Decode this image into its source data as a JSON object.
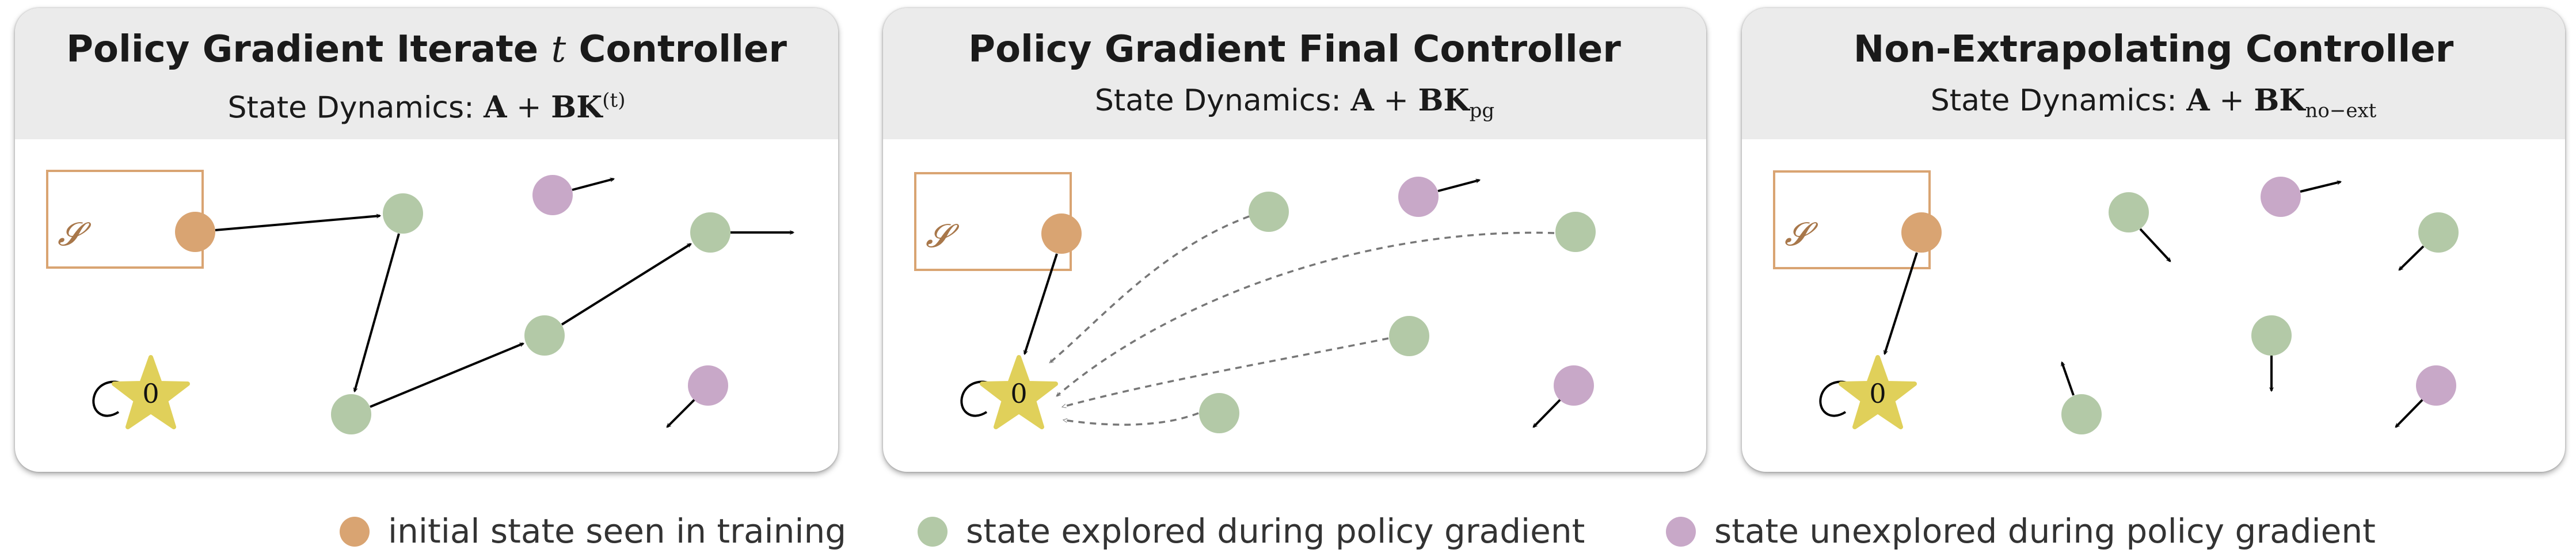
{
  "panels": [
    {
      "title_prefix": "Policy Gradient Iterate ",
      "title_var": "t",
      "title_suffix": " Controller",
      "subtitle_label": "State Dynamics: ",
      "dyn_A": "A",
      "dyn_plus": " + ",
      "dyn_BK": "BK",
      "dyn_sup": "(t)",
      "dyn_sub": "",
      "set_label": "𝓢",
      "star_label": "0"
    },
    {
      "title_prefix": "Policy Gradient Final Controller",
      "title_var": "",
      "title_suffix": "",
      "subtitle_label": "State Dynamics: ",
      "dyn_A": "A",
      "dyn_plus": " + ",
      "dyn_BK": "BK",
      "dyn_sup": "",
      "dyn_sub": "pg",
      "set_label": "𝓢",
      "star_label": "0"
    },
    {
      "title_prefix": "Non-Extrapolating Controller",
      "title_var": "",
      "title_suffix": "",
      "subtitle_label": "State Dynamics: ",
      "dyn_A": "A",
      "dyn_plus": " + ",
      "dyn_BK": "BK",
      "dyn_sup": "",
      "dyn_sub": "no−ext",
      "set_label": "𝓢",
      "star_label": "0"
    }
  ],
  "legend": [
    {
      "label": "initial state seen in training",
      "color": "#d9a472"
    },
    {
      "label": "state explored during policy gradient",
      "color": "#b3c9a7"
    },
    {
      "label": "state unexplored during policy gradient",
      "color": "#c8a8c8"
    }
  ],
  "colors": {
    "initial": "#d9a472",
    "explored": "#b3c9a7",
    "unexplored": "#c8a8c8",
    "star": "#e0d05a",
    "set_box": "#d9a472",
    "header_bg": "#ebebeb"
  }
}
